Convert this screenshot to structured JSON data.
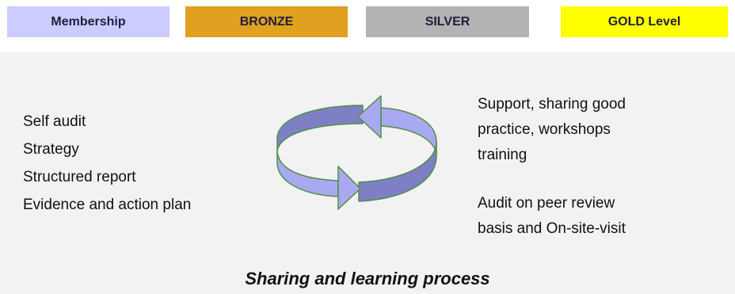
{
  "tabs": [
    {
      "label": "Membership",
      "color": "#ccccff"
    },
    {
      "label": "BRONZE",
      "color": "#e0a020"
    },
    {
      "label": "SILVER",
      "color": "#b3b3b3"
    },
    {
      "label": "GOLD Level",
      "color": "#ffff00"
    }
  ],
  "left_list": [
    "Self audit",
    "Strategy",
    "Structured report",
    "Evidence and action plan"
  ],
  "right_top": [
    "Support, sharing good",
    "practice, workshops",
    "training"
  ],
  "right_bottom": [
    "Audit on peer review",
    "basis and On-site-visit"
  ],
  "caption": "Sharing and learning process",
  "cycle_icon": "circular-arrows-icon",
  "colors": {
    "panel": "#f2f2f2",
    "arrow_light": "#a9a9f2",
    "arrow_dark": "#7f7fc6",
    "arrow_stroke": "#4f8f45"
  }
}
